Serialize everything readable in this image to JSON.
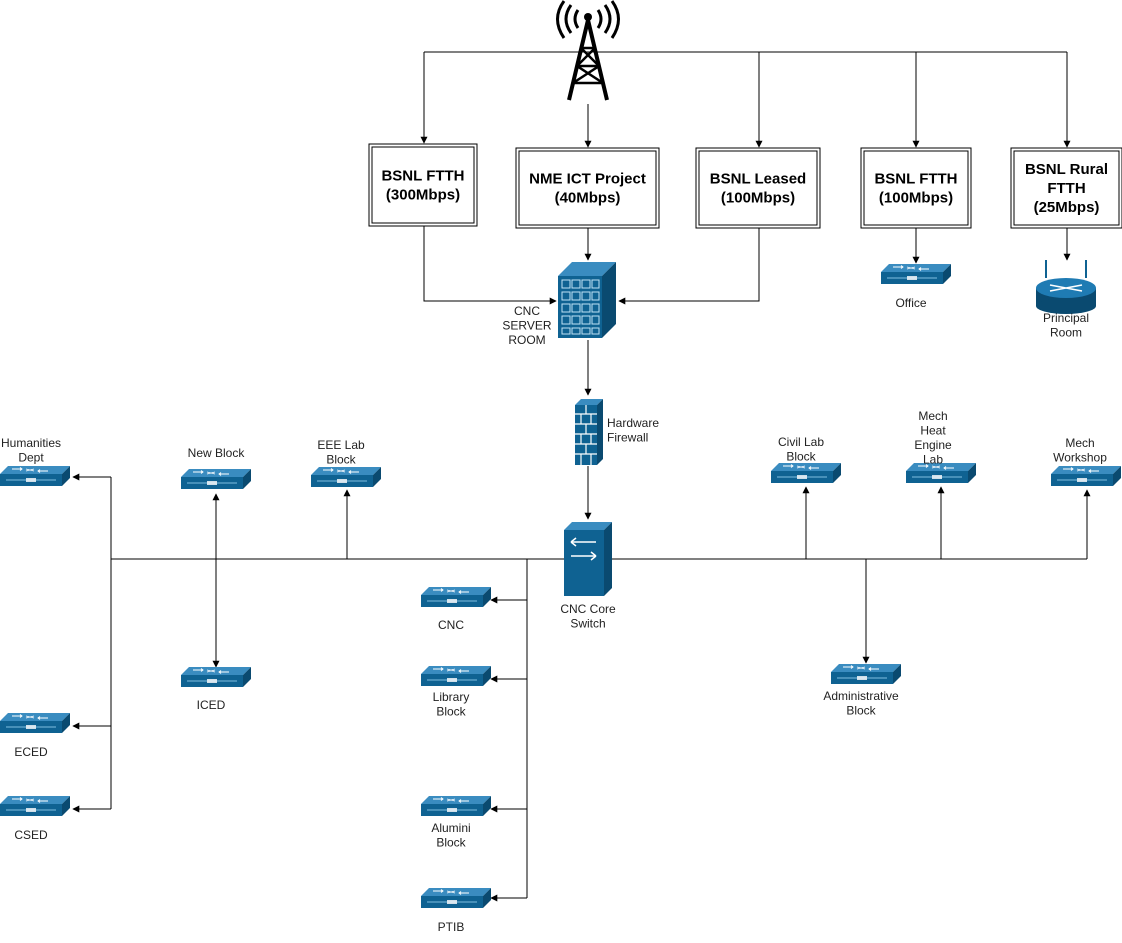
{
  "isp_links": [
    {
      "id": "ftth300",
      "lines": [
        "BSNL FTTH",
        "(300Mbps)"
      ]
    },
    {
      "id": "nme",
      "lines": [
        "NME ICT Project",
        "(40Mbps)"
      ]
    },
    {
      "id": "leased",
      "lines": [
        "BSNL Leased",
        "(100Mbps)"
      ]
    },
    {
      "id": "ftth100",
      "lines": [
        "BSNL FTTH",
        "(100Mbps)"
      ]
    },
    {
      "id": "rural",
      "lines": [
        "BSNL Rural",
        "FTTH",
        "(25Mbps)"
      ]
    }
  ],
  "devices": {
    "tower": {
      "icon": "radio-tower-icon"
    },
    "server_room": {
      "icon": "server-rack-icon",
      "lines": [
        "CNC",
        "SERVER",
        "ROOM"
      ]
    },
    "firewall": {
      "icon": "firewall-icon",
      "lines": [
        "Hardware",
        "Firewall"
      ]
    },
    "core_switch": {
      "icon": "core-switch-icon",
      "lines": [
        "CNC Core",
        "Switch"
      ]
    },
    "principal_router": {
      "icon": "router-icon",
      "lines": [
        "Principal",
        "Room"
      ]
    }
  },
  "switches": [
    {
      "id": "office",
      "lines": [
        "Office"
      ]
    },
    {
      "id": "humanities",
      "lines": [
        "Humanities",
        "Dept"
      ]
    },
    {
      "id": "newblock",
      "lines": [
        "New Block"
      ]
    },
    {
      "id": "eee",
      "lines": [
        "EEE Lab",
        "Block"
      ]
    },
    {
      "id": "civil",
      "lines": [
        "Civil Lab",
        "Block"
      ]
    },
    {
      "id": "mechheat",
      "lines": [
        "Mech",
        "Heat",
        "Engine",
        "Lab"
      ]
    },
    {
      "id": "mechws",
      "lines": [
        "Mech",
        "Workshop"
      ]
    },
    {
      "id": "iced",
      "lines": [
        "ICED"
      ]
    },
    {
      "id": "eced",
      "lines": [
        "ECED"
      ]
    },
    {
      "id": "csed",
      "lines": [
        "CSED"
      ]
    },
    {
      "id": "cnc",
      "lines": [
        "CNC"
      ]
    },
    {
      "id": "library",
      "lines": [
        "Library",
        "Block"
      ]
    },
    {
      "id": "alumini",
      "lines": [
        "Alumini",
        "Block"
      ]
    },
    {
      "id": "ptib",
      "lines": [
        "PTIB"
      ]
    },
    {
      "id": "admin",
      "lines": [
        "Administrative",
        "Block"
      ]
    }
  ],
  "colors": {
    "device": "#0f6292",
    "device_dark": "#0a4a70",
    "device_light": "#3a8cc0",
    "line": "#000000"
  }
}
